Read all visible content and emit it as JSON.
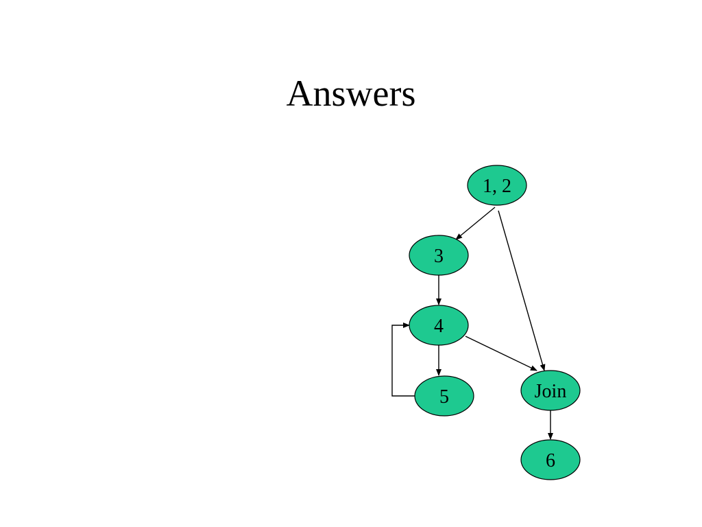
{
  "slide": {
    "title": "Answers"
  },
  "colors": {
    "node_fill": "#1ec990",
    "node_stroke": "#000000",
    "edge": "#000000",
    "background": "#ffffff"
  },
  "diagram": {
    "nodes": [
      {
        "id": "n12",
        "label": "1, 2"
      },
      {
        "id": "n3",
        "label": "3"
      },
      {
        "id": "n4",
        "label": "4"
      },
      {
        "id": "n5",
        "label": "5"
      },
      {
        "id": "njoin",
        "label": "Join"
      },
      {
        "id": "n6",
        "label": "6"
      }
    ],
    "edges": [
      {
        "from": "1, 2",
        "to": "3"
      },
      {
        "from": "1, 2",
        "to": "Join"
      },
      {
        "from": "3",
        "to": "4"
      },
      {
        "from": "4",
        "to": "5"
      },
      {
        "from": "5",
        "to": "4"
      },
      {
        "from": "4",
        "to": "Join"
      },
      {
        "from": "Join",
        "to": "6"
      }
    ]
  }
}
